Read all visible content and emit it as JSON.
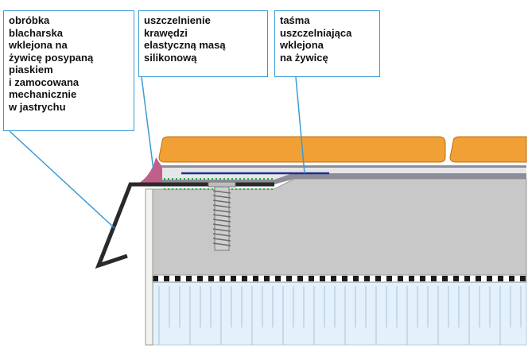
{
  "callouts": {
    "left": "obróbka\nblacharska\nwklejona na\nżywicę posypaną\npiaskiem\ni zamocowana\nmechanicznie\nw jastrychu",
    "middle": "uszczelnienie\nkrawędzi\nelastyczną masą\nsilikonową",
    "right": "taśma\nuszczelniająca\nwklejona\nna żywicę"
  },
  "colors": {
    "border_blue": "#3a9bd6",
    "insulation_orange": "#f0a035",
    "membrane_gray": "#8d8d99",
    "screed_gray": "#c8c8c8",
    "sealant_pink": "#c0608a",
    "tape_blue": "#1f2f8a",
    "resin_green": "#2ea84a",
    "flashing_dark": "#2a2a2a",
    "insulation_board": "#e4f0fa"
  },
  "icons": {
    "anchor": "screw-anchor-icon"
  }
}
